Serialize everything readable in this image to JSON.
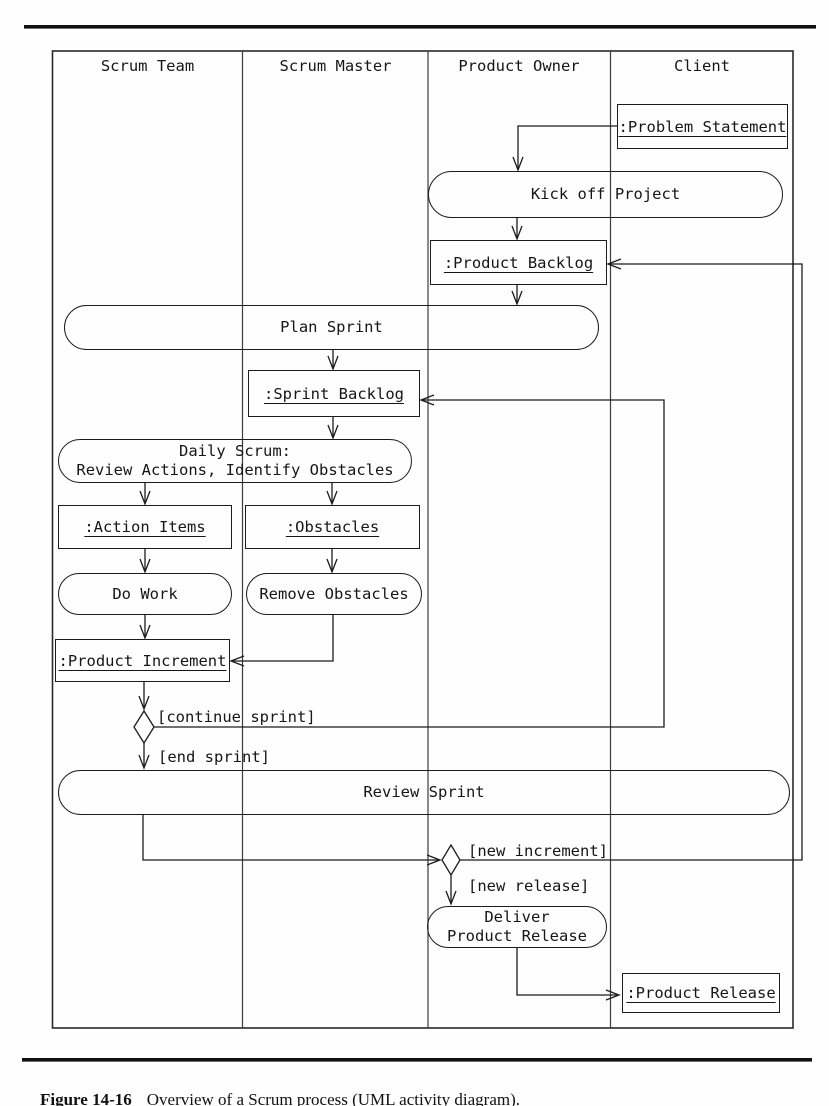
{
  "colors": {
    "line": "#1c1c1c",
    "background": "#fefefe"
  },
  "lanes": [
    {
      "label": "Scrum Team"
    },
    {
      "label": "Scrum Master"
    },
    {
      "label": "Product Owner"
    },
    {
      "label": "Client"
    }
  ],
  "nodes": {
    "problem_statement": {
      "label": ":Problem Statement",
      "type": "object"
    },
    "kick_off": {
      "label": "Kick off Project",
      "type": "activity"
    },
    "product_backlog": {
      "label": ":Product Backlog",
      "type": "object"
    },
    "plan_sprint": {
      "label": "Plan Sprint",
      "type": "activity"
    },
    "sprint_backlog": {
      "label": ":Sprint Backlog",
      "type": "object"
    },
    "daily_scrum": {
      "line1": "Daily Scrum:",
      "line2": "Review Actions, Identify Obstacles",
      "type": "activity"
    },
    "action_items": {
      "label": ":Action Items",
      "type": "object"
    },
    "obstacles": {
      "label": ":Obstacles",
      "type": "object"
    },
    "do_work": {
      "label": "Do Work",
      "type": "activity"
    },
    "remove_obstacles": {
      "label": "Remove Obstacles",
      "type": "activity"
    },
    "product_increment": {
      "label": ":Product Increment",
      "type": "object"
    },
    "review_sprint": {
      "label": "Review Sprint",
      "type": "activity"
    },
    "deliver_release": {
      "line1": "Deliver",
      "line2": "Product Release",
      "type": "activity"
    },
    "product_release": {
      "label": ":Product Release",
      "type": "object"
    }
  },
  "guards": {
    "continue_sprint": "[continue sprint]",
    "end_sprint": "[end sprint]",
    "new_increment": "[new increment]",
    "new_release": "[new release]"
  },
  "figure": {
    "caption_label": "Figure 14-16",
    "caption_text": "Overview of a Scrum process (UML activity diagram)."
  }
}
